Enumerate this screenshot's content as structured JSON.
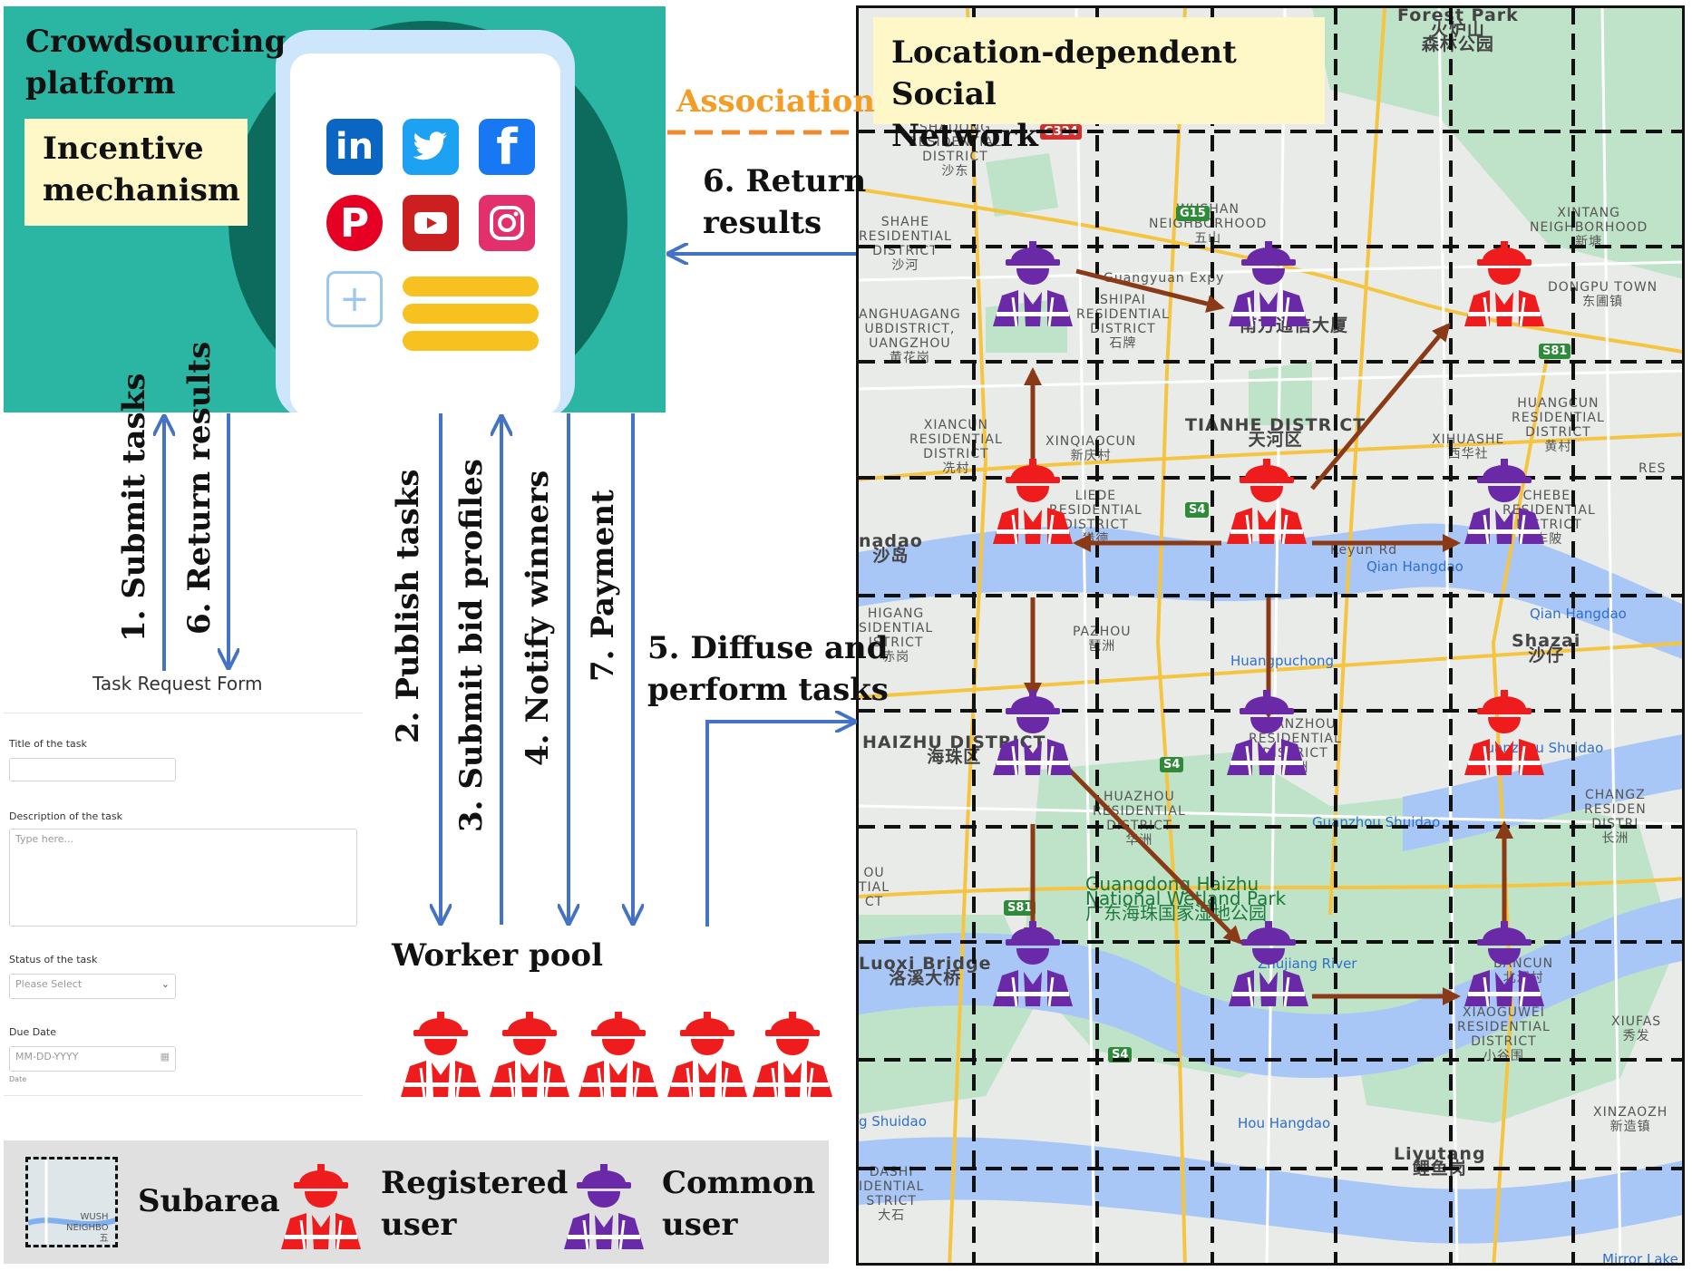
{
  "platform": {
    "title": "Crowdsourcing\nplatform",
    "incentive": "Incentive\nmechanism"
  },
  "map": {
    "title": "Location-dependent Social\nNetwork",
    "places": [
      {
        "text": "Forest Park\n火炉山\n森林公园",
        "cls": "big"
      },
      {
        "text": "SHADONG\nRESIDENTIAL\nDISTRICT\n沙东",
        "cls": ""
      },
      {
        "text": "SHAHE\nRESIDENTIAL\nDISTRICT\n沙河",
        "cls": ""
      },
      {
        "text": "WUSHAN\nNEIGHBORHOOD\n五山",
        "cls": ""
      },
      {
        "text": "XINTANG\nNEIGHBORHOOD\n新塘",
        "cls": ""
      },
      {
        "text": "SHIPAI\nRESIDENTIAL\nDISTRICT\n石牌",
        "cls": ""
      },
      {
        "text": "ANGHUAGANG\nUBDISTRICT,\nUANGZHOU\n黄花岗",
        "cls": ""
      },
      {
        "text": "DONGPU TOWN\n东圃镇",
        "cls": ""
      },
      {
        "text": "南方通信大厦",
        "cls": "big"
      },
      {
        "text": "XIANCUN\nRESIDENTIAL\nDISTRICT\n冼村",
        "cls": ""
      },
      {
        "text": "XINQIAOCUN\n新庆村",
        "cls": ""
      },
      {
        "text": "TIANHE DISTRICT\n天河区",
        "cls": "big"
      },
      {
        "text": "XIHUASHE\n西华社",
        "cls": ""
      },
      {
        "text": "HUANGCUN\nRESIDENTIAL\nDISTRICT\n黄村",
        "cls": ""
      },
      {
        "text": "LIEDE\nRESIDENTIAL\nDISTRICT\n猎德",
        "cls": ""
      },
      {
        "text": "CHEBEI\nRESIDENTIAL\nDISTRICT\n车陂",
        "cls": ""
      },
      {
        "text": "nadao\n沙岛",
        "cls": "big"
      },
      {
        "text": "HIGANG\nSIDENTIAL\nISTRICT\n赤岗",
        "cls": ""
      },
      {
        "text": "PAZHOU\n琶洲",
        "cls": ""
      },
      {
        "text": "Huangpuchong",
        "cls": "water"
      },
      {
        "text": "Shazai\n沙仔",
        "cls": "big"
      },
      {
        "text": "HAIZHU DISTRICT\n海珠区",
        "cls": "big"
      },
      {
        "text": "GUANZHOU\nRESIDENTIAL\nDISTRICT\n官洲",
        "cls": ""
      },
      {
        "text": "HUAZHOU\nRESIDENTIAL\nDISTRICT\n华洲",
        "cls": ""
      },
      {
        "text": "Guangdong Haizhu\nNational Wetland Park\n广东海珠国家湿地公园",
        "cls": "park"
      },
      {
        "text": "Luoxi Bridge\n洛溪大桥",
        "cls": "big"
      },
      {
        "text": "Zhujiang River",
        "cls": "water"
      },
      {
        "text": "XIAOGUWEI\nRESIDENTIAL\nDISTRICT\n小谷围",
        "cls": ""
      },
      {
        "text": "BANCUN\n北滘村",
        "cls": ""
      },
      {
        "text": "CHANGZ\nRESIDEN\nDISTRI\n长洲",
        "cls": ""
      },
      {
        "text": "XIUFAS\n秀发",
        "cls": ""
      },
      {
        "text": "XINZAOZH\n新造镇",
        "cls": ""
      },
      {
        "text": "Hou Hangdao",
        "cls": "water"
      },
      {
        "text": "Liyutang\n鲤鱼岗",
        "cls": "big"
      },
      {
        "text": "DASHI\nIDENTIAL\nSTRICT\n大石",
        "cls": ""
      },
      {
        "text": "Qian Hangdao",
        "cls": "water"
      },
      {
        "text": "Guanzhou Shuidao",
        "cls": "water"
      },
      {
        "text": "Mirror Lake",
        "cls": "water"
      },
      {
        "text": "Guangyuan Expy",
        "cls": ""
      },
      {
        "text": "Keyun Rd",
        "cls": ""
      },
      {
        "text": "g Shuidao",
        "cls": "water"
      },
      {
        "text": "OU\nTIAL\nCT",
        "cls": ""
      },
      {
        "text": "RES",
        "cls": ""
      },
      {
        "text": "Qian Hangdao",
        "cls": "water"
      },
      {
        "text": "Guanzhou Shuidao",
        "cls": "water"
      }
    ],
    "shields": [
      {
        "text": "G15",
        "red": false
      },
      {
        "text": "S81",
        "red": false
      },
      {
        "text": "S4",
        "red": false
      },
      {
        "text": "S4",
        "red": false
      },
      {
        "text": "S81",
        "red": false
      },
      {
        "text": "S4",
        "red": false
      },
      {
        "text": "G324",
        "red": true
      }
    ]
  },
  "flow": {
    "association": "Association",
    "return_results_map_1": "6. Return",
    "return_results_map_2": "results",
    "diffuse_1": "5. Diffuse and",
    "diffuse_2": "perform tasks",
    "submit_tasks": "1. Submit tasks",
    "return_results": "6. Return results",
    "publish_tasks": "2. Publish tasks",
    "submit_bids": "3. Submit bid profiles",
    "notify_winners": "4. Notify winners",
    "payment": "7. Payment",
    "worker_pool": "Worker pool"
  },
  "form": {
    "title": "Task Request Form",
    "title_label": "Title of the task",
    "description_label": "Description of the task",
    "description_placeholder": "Type here...",
    "status_label": "Status of the task",
    "status_placeholder": "Please Select",
    "due_label": "Due Date",
    "due_placeholder": "MM-DD-YYYY",
    "date_caption": "Date"
  },
  "legend": {
    "subarea": "Subarea",
    "registered": "Registered\nuser",
    "common": "Common\nuser",
    "thumb_text": "WUSH\nNEIGHBO\n五"
  },
  "colors": {
    "registered": "#ee1c1c",
    "common": "#6a2aa8",
    "flow_arrow": "#4472c4",
    "social_arrow": "#8b3a17",
    "association_line": "#f08a2c",
    "platform_bg": "#2bb6a3",
    "highlight_box": "#fef7c8"
  }
}
